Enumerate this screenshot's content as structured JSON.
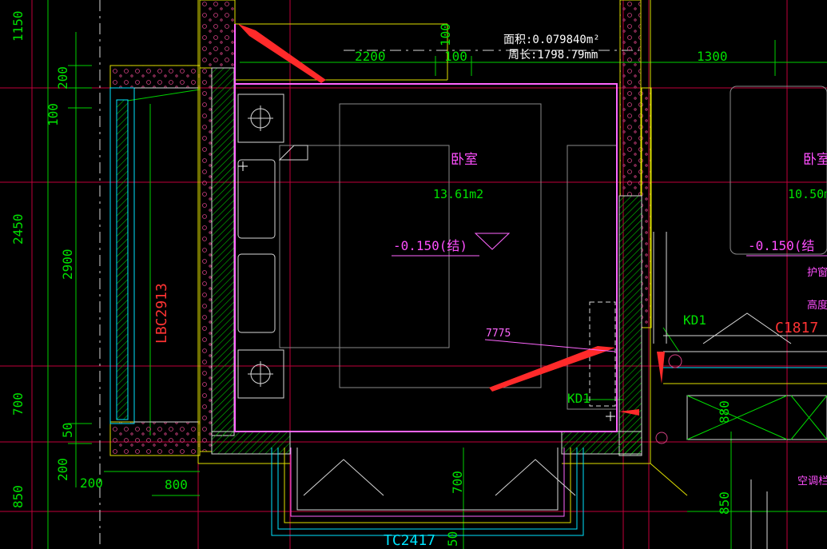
{
  "colors": {
    "background": "#000000",
    "grid_red": "#c0003a",
    "dimension_green": "#00d000",
    "wall_yellow": "#e0e000",
    "wall_white": "#d8d8d8",
    "label_pink": "#ff4fff",
    "region_magenta": "#ff66ff",
    "label_red": "#ff3333",
    "window_cyan": "#00e5ff",
    "annotation_arrow": "#ff2a2a",
    "furniture_gray": "#8a8a8a"
  },
  "measure_tooltip": {
    "area": "面积:0.079840m²",
    "perimeter": "周长:1798.79mm"
  },
  "dimensions": {
    "top_2200": "2200",
    "top_100": "100",
    "top_1300": "1300",
    "top_100_vertical": "100",
    "left_1150": "1150",
    "left_200": "200",
    "left_100": "100",
    "left_2450": "2450",
    "left_2900": "2900",
    "left_700": "700",
    "left_50": "50",
    "left_200_bottom": "200",
    "left_850": "850",
    "bottom_200": "200",
    "bottom_800": "800",
    "bottom_700": "700",
    "bottom_50": "50",
    "right_880": "880",
    "right_850": "850"
  },
  "rooms": {
    "main_name": "卧室",
    "main_area": "13.61m2",
    "main_elevation": "-0.150(结)",
    "right_name": "卧室",
    "right_area": "10.50m",
    "right_elevation": "-0.150(结",
    "right_note_1": "护窗栏",
    "right_note_2": "高度"
  },
  "labels": {
    "window_left": "LBC2913",
    "window_bottom": "TC2417",
    "door_kd1_right": "KD1",
    "door_kd1_left": "KD1",
    "window_right": "C1817 b",
    "ac_label": "空调栏",
    "leader_7775": "7775"
  }
}
